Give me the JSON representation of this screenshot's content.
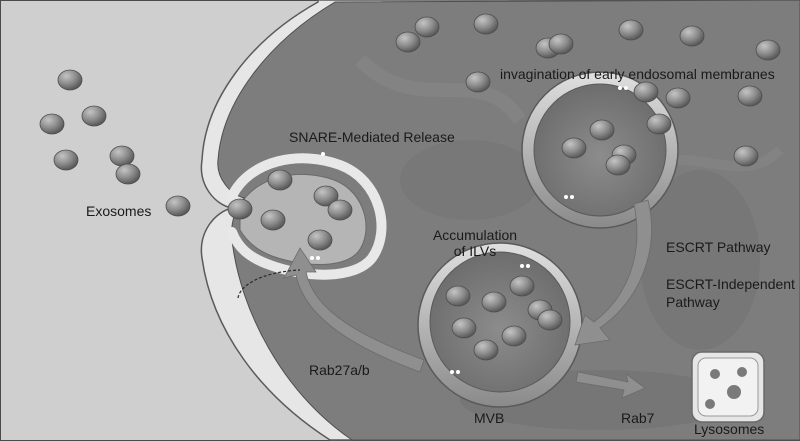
{
  "labels": {
    "exosomes": "Exosomes",
    "snare": "SNARE-Mediated Release",
    "invagination": "invagination of early endosomal membranes",
    "accumulation_line1": "Accumulation",
    "accumulation_line2": "of ILVs",
    "escrt": "ESCRT Pathway",
    "escrt_independent_line1": "ESCRT-Independent",
    "escrt_independent_line2": "Pathway",
    "rab27": "Rab27a/b",
    "mvb": "MVB",
    "rab7": "Rab7",
    "lysosomes": "Lysosomes"
  }
}
